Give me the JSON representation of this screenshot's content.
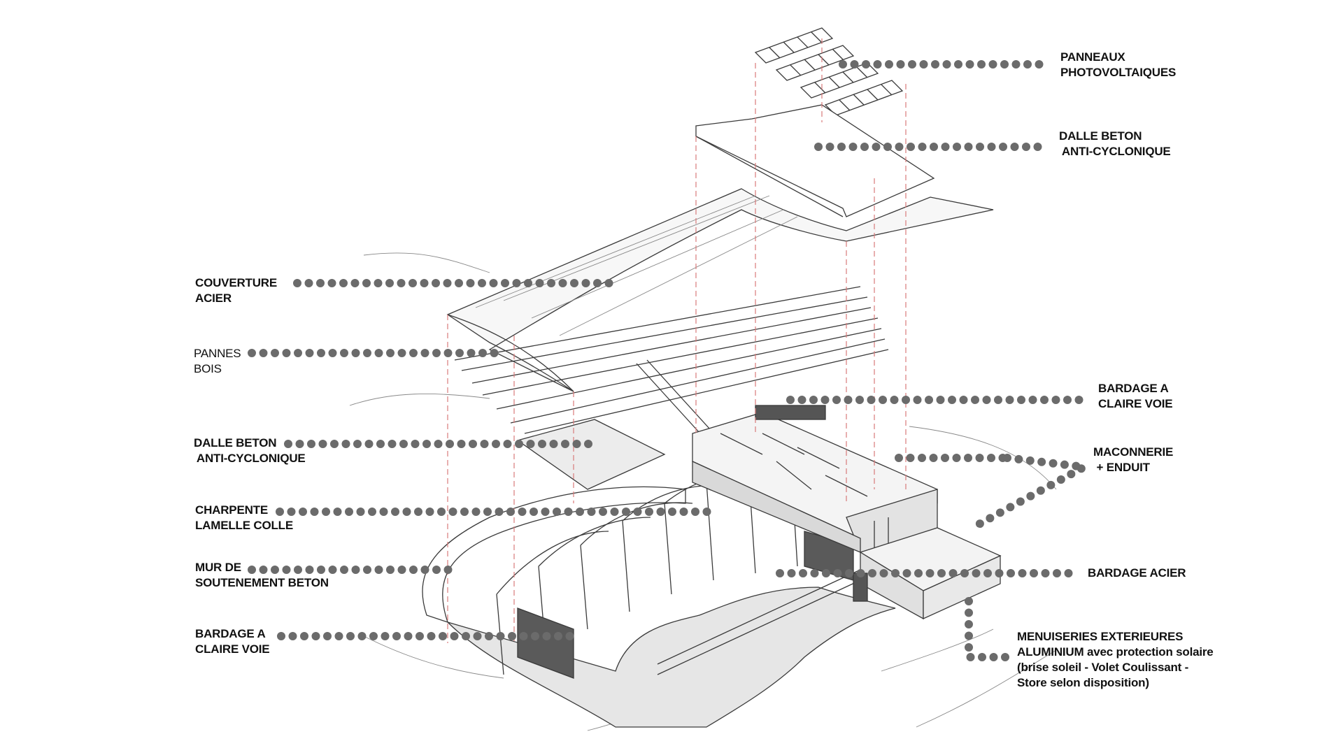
{
  "diagram": {
    "callouts": [
      {
        "id": "panneaux-photovoltaiques",
        "lines": [
          "PANNEAUX",
          "PHOTOVOLTAIQUES"
        ]
      },
      {
        "id": "dalle-beton-haut",
        "lines": [
          "DALLE BETON",
          " ANTI-CYCLONIQUE"
        ]
      },
      {
        "id": "couverture-acier",
        "lines": [
          "COUVERTURE",
          "ACIER"
        ]
      },
      {
        "id": "pannes-bois",
        "lines": [
          "PANNES",
          "BOIS"
        ]
      },
      {
        "id": "bardage-claire-voie-haut",
        "lines": [
          "BARDAGE A",
          "CLAIRE VOIE"
        ]
      },
      {
        "id": "dalle-beton-gauche",
        "lines": [
          "DALLE BETON",
          " ANTI-CYCLONIQUE"
        ]
      },
      {
        "id": "maconnerie-enduit",
        "lines": [
          "MACONNERIE",
          " + ENDUIT"
        ]
      },
      {
        "id": "charpente-lamelle-colle",
        "lines": [
          "CHARPENTE",
          "LAMELLE COLLE"
        ]
      },
      {
        "id": "mur-soutenement-beton",
        "lines": [
          "MUR DE",
          "SOUTENEMENT BETON"
        ]
      },
      {
        "id": "bardage-acier",
        "lines": [
          "BARDAGE ACIER"
        ]
      },
      {
        "id": "bardage-claire-voie-bas",
        "lines": [
          "BARDAGE A",
          "CLAIRE VOIE"
        ]
      },
      {
        "id": "menuiseries-exterieures",
        "lines": [
          "MENUISERIES EXTERIEURES",
          "ALUMINIUM avec protection solaire",
          "(brise soleil - Volet Coulissant -",
          "Store selon disposition)"
        ]
      }
    ]
  }
}
